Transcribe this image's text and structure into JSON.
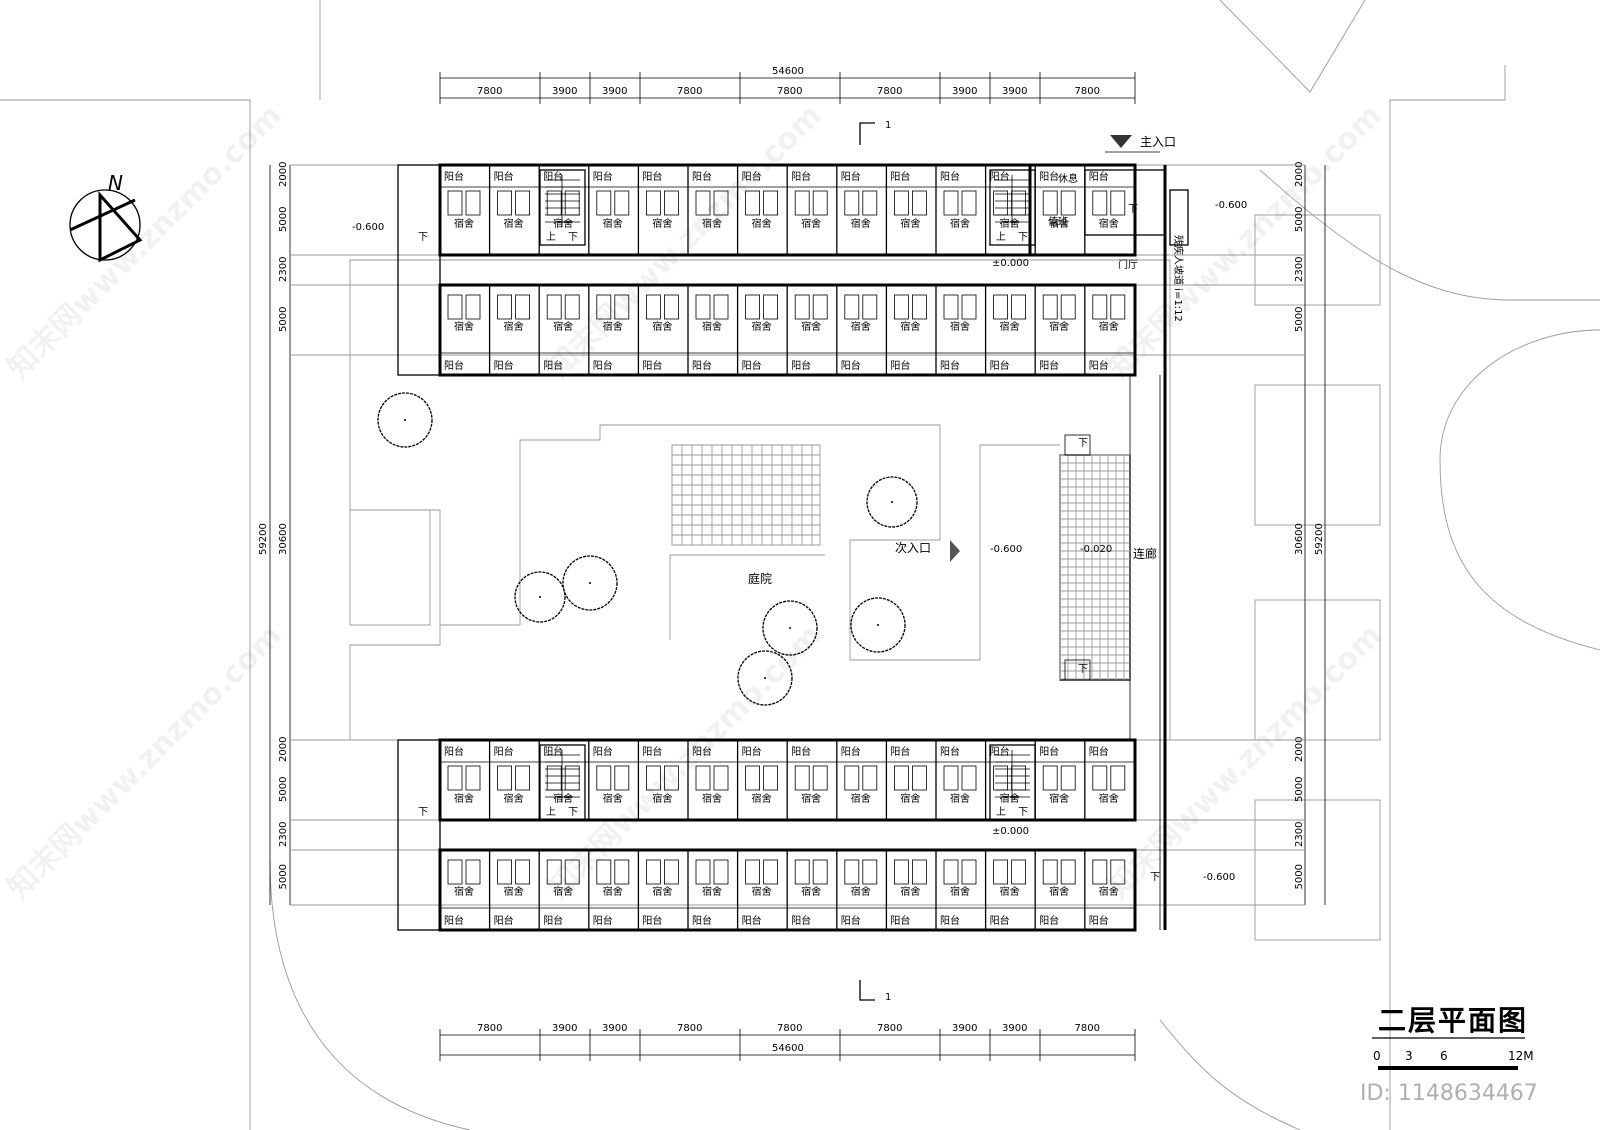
{
  "drawing": {
    "title": "二层平面图",
    "north": "N",
    "scale_labels": [
      "0",
      "3",
      "6",
      "12M"
    ],
    "image_id": "ID: 1148634467",
    "watermark": "知末网www.znzmo.com"
  },
  "dimensions": {
    "top_total": "54600",
    "bottom_total": "54600",
    "top_segments": [
      "7800",
      "3900",
      "3900",
      "7800",
      "7800",
      "7800",
      "3900",
      "3900",
      "7800"
    ],
    "bottom_segments": [
      "7800",
      "3900",
      "3900",
      "7800",
      "7800",
      "7800",
      "3900",
      "3900",
      "7800"
    ],
    "left_total": "59200",
    "left_mid": "30600",
    "right_total": "59200",
    "right_mid": "30600",
    "left_top_block": [
      "2000",
      "5000",
      "2300",
      "5000"
    ],
    "left_bottom_block": [
      "2000",
      "5000",
      "2300",
      "5000"
    ],
    "right_top_block": [
      "2000",
      "5000",
      "2300",
      "5000"
    ],
    "right_bottom_block": [
      "2000",
      "5000",
      "2300",
      "5000"
    ]
  },
  "labels": {
    "main_entrance": "主入口",
    "secondary_entrance": "次入口",
    "courtyard": "庭院",
    "corridor": "连廊",
    "lobby": "门厅",
    "duty_room": "值班",
    "rest_room": "休息",
    "balcony": "阳台",
    "dorm": "宿舍",
    "stair_up": "上",
    "stair_down": "下",
    "ramp": "残疾人坡道 i=1:12",
    "section_mark": "1",
    "elev_minus_600": "-0.600",
    "elev_zero": "±0.000",
    "elev_minus_020": "-0.020"
  }
}
